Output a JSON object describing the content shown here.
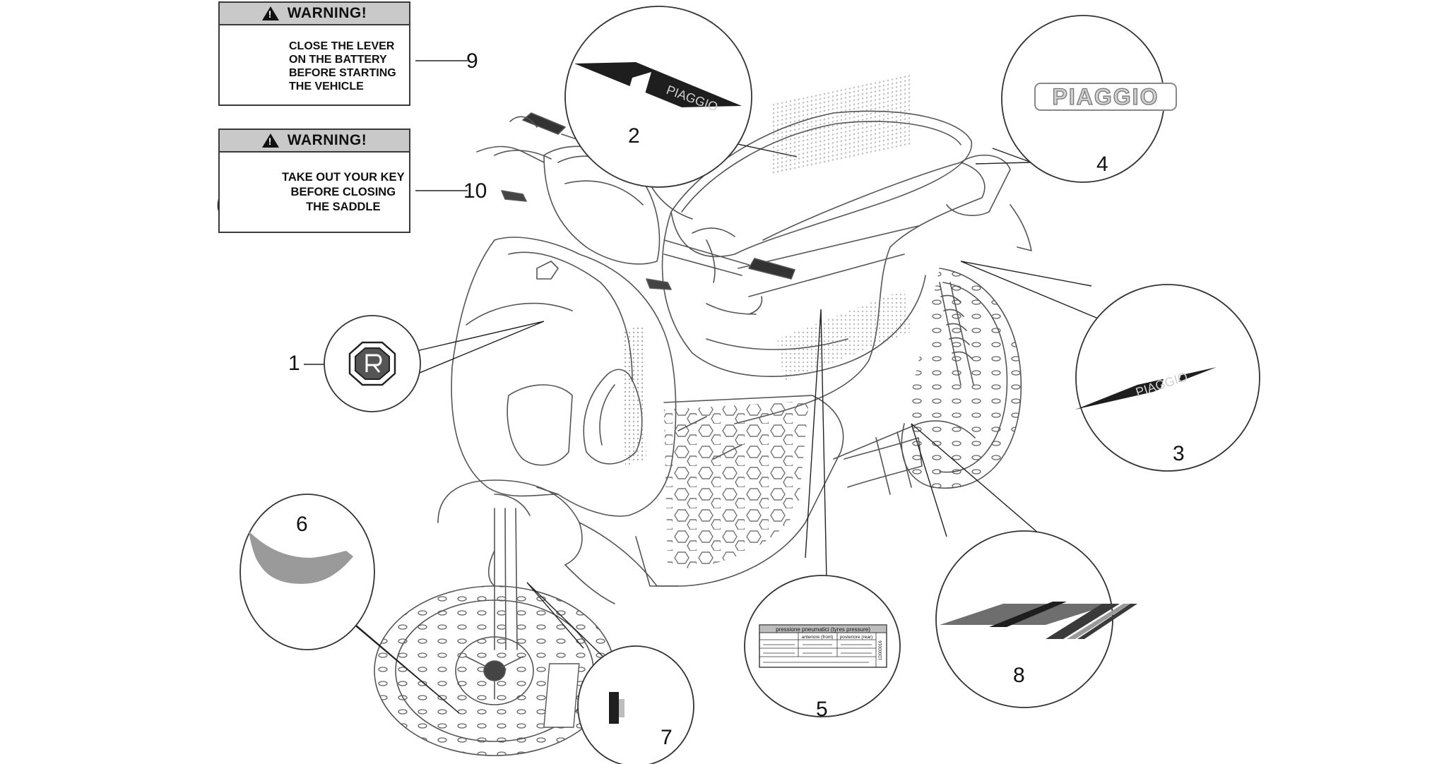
{
  "warnings": [
    {
      "id": "9",
      "heading": "WARNING!",
      "lines": [
        "CLOSE THE LEVER",
        "ON  THE  BATTERY",
        "BEFORE STARTING",
        "THE VEHICLE"
      ],
      "icon": "battery-lever-icon"
    },
    {
      "id": "10",
      "heading": "WARNING!",
      "lines": [
        "TAKE OUT YOUR KEY",
        "BEFORE CLOSING",
        "THE SADDLE"
      ],
      "icon": "key-icon"
    }
  ],
  "callouts": {
    "c1": "1",
    "c2": "2",
    "c3": "3",
    "c4": "4",
    "c5": "5",
    "c6": "6",
    "c7": "7",
    "c8": "8",
    "c9": "9",
    "c10": "10"
  },
  "brand": {
    "logo_text": "PIAGGIO",
    "stripe_text": "PIAGGIO"
  },
  "tyre_label": {
    "title": "pressione pneumatici (tyres pressure)",
    "col1": "anteriore (front)",
    "col2": "posteriore (rear)",
    "code": "1D000016"
  },
  "colors": {
    "line": "#2b2b2b",
    "outline": "#555555",
    "decal_dark": "#1e1e1e",
    "decal_grey": "#9a9a9a",
    "warn_head": "#c9c9c9"
  }
}
